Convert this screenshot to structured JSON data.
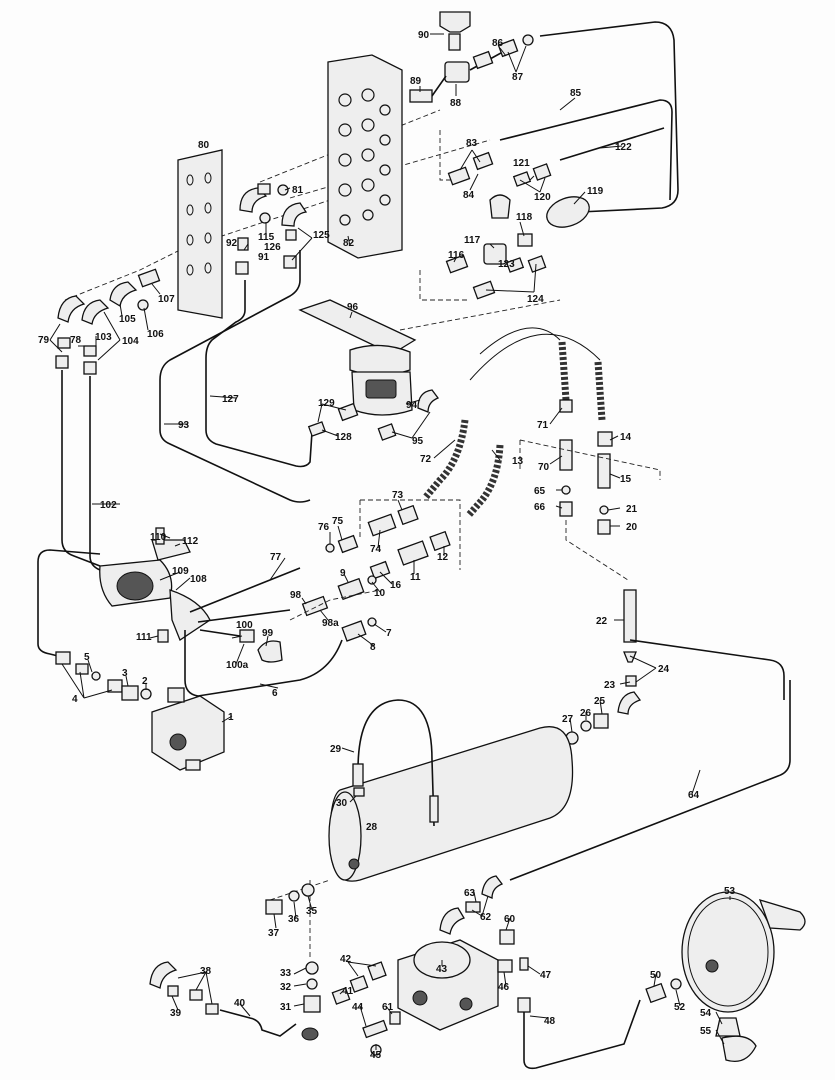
{
  "diagram": {
    "callouts": [
      {
        "id": "c90",
        "text": "90"
      },
      {
        "id": "c86",
        "text": "86"
      },
      {
        "id": "c87",
        "text": "87"
      },
      {
        "id": "c89",
        "text": "89"
      },
      {
        "id": "c88",
        "text": "88"
      },
      {
        "id": "c85",
        "text": "85"
      },
      {
        "id": "c83",
        "text": "83"
      },
      {
        "id": "c122",
        "text": "122"
      },
      {
        "id": "c84",
        "text": "84"
      },
      {
        "id": "c121",
        "text": "121"
      },
      {
        "id": "c120",
        "text": "120"
      },
      {
        "id": "c119",
        "text": "119"
      },
      {
        "id": "c80",
        "text": "80"
      },
      {
        "id": "c81",
        "text": "81"
      },
      {
        "id": "c118",
        "text": "118"
      },
      {
        "id": "c117",
        "text": "117"
      },
      {
        "id": "c92",
        "text": "92"
      },
      {
        "id": "c115",
        "text": "115"
      },
      {
        "id": "c126",
        "text": "126"
      },
      {
        "id": "c125",
        "text": "125"
      },
      {
        "id": "c91",
        "text": "91"
      },
      {
        "id": "c82",
        "text": "82"
      },
      {
        "id": "c116",
        "text": "116"
      },
      {
        "id": "c123",
        "text": "123"
      },
      {
        "id": "c124",
        "text": "124"
      },
      {
        "id": "c107",
        "text": "107"
      },
      {
        "id": "c105",
        "text": "105"
      },
      {
        "id": "c106",
        "text": "106"
      },
      {
        "id": "c79",
        "text": "79"
      },
      {
        "id": "c78",
        "text": "78"
      },
      {
        "id": "c103",
        "text": "103"
      },
      {
        "id": "c104",
        "text": "104"
      },
      {
        "id": "c96",
        "text": "96"
      },
      {
        "id": "c127",
        "text": "127"
      },
      {
        "id": "c93",
        "text": "93"
      },
      {
        "id": "c129",
        "text": "129"
      },
      {
        "id": "c128",
        "text": "128"
      },
      {
        "id": "c94",
        "text": "94"
      },
      {
        "id": "c95",
        "text": "95"
      },
      {
        "id": "c71",
        "text": "71"
      },
      {
        "id": "c14",
        "text": "14"
      },
      {
        "id": "c72",
        "text": "72"
      },
      {
        "id": "c13",
        "text": "13"
      },
      {
        "id": "c70",
        "text": "70"
      },
      {
        "id": "c15",
        "text": "15"
      },
      {
        "id": "c65",
        "text": "65"
      },
      {
        "id": "c66",
        "text": "66"
      },
      {
        "id": "c21",
        "text": "21"
      },
      {
        "id": "c20",
        "text": "20"
      },
      {
        "id": "c102",
        "text": "102"
      },
      {
        "id": "c73",
        "text": "73"
      },
      {
        "id": "c75",
        "text": "75"
      },
      {
        "id": "c76",
        "text": "76"
      },
      {
        "id": "c74",
        "text": "74"
      },
      {
        "id": "c12",
        "text": "12"
      },
      {
        "id": "c110",
        "text": "110"
      },
      {
        "id": "c112",
        "text": "112"
      },
      {
        "id": "c77",
        "text": "77"
      },
      {
        "id": "c109",
        "text": "109"
      },
      {
        "id": "c108",
        "text": "108"
      },
      {
        "id": "c9",
        "text": "9"
      },
      {
        "id": "c16",
        "text": "16"
      },
      {
        "id": "c11",
        "text": "11"
      },
      {
        "id": "c10",
        "text": "10"
      },
      {
        "id": "c98",
        "text": "98"
      },
      {
        "id": "c98a",
        "text": "98a"
      },
      {
        "id": "c7",
        "text": "7"
      },
      {
        "id": "c8",
        "text": "8"
      },
      {
        "id": "c100",
        "text": "100"
      },
      {
        "id": "c99",
        "text": "99"
      },
      {
        "id": "c111",
        "text": "111"
      },
      {
        "id": "c100a",
        "text": "100a"
      },
      {
        "id": "c22",
        "text": "22"
      },
      {
        "id": "c24",
        "text": "24"
      },
      {
        "id": "c5",
        "text": "5"
      },
      {
        "id": "c3",
        "text": "3"
      },
      {
        "id": "c2",
        "text": "2"
      },
      {
        "id": "c4",
        "text": "4"
      },
      {
        "id": "c6",
        "text": "6"
      },
      {
        "id": "c23",
        "text": "23"
      },
      {
        "id": "c25",
        "text": "25"
      },
      {
        "id": "c27",
        "text": "27"
      },
      {
        "id": "c26",
        "text": "26"
      },
      {
        "id": "c1",
        "text": "1"
      },
      {
        "id": "c29",
        "text": "29"
      },
      {
        "id": "c64",
        "text": "64"
      },
      {
        "id": "c30",
        "text": "30"
      },
      {
        "id": "c28",
        "text": "28"
      },
      {
        "id": "c63",
        "text": "63"
      },
      {
        "id": "c62",
        "text": "62"
      },
      {
        "id": "c53",
        "text": "53"
      },
      {
        "id": "c37",
        "text": "37"
      },
      {
        "id": "c36",
        "text": "36"
      },
      {
        "id": "c35",
        "text": "35"
      },
      {
        "id": "c60",
        "text": "60"
      },
      {
        "id": "c38",
        "text": "38"
      },
      {
        "id": "c33",
        "text": "33"
      },
      {
        "id": "c42",
        "text": "42"
      },
      {
        "id": "c43",
        "text": "43"
      },
      {
        "id": "c47",
        "text": "47"
      },
      {
        "id": "c32",
        "text": "32"
      },
      {
        "id": "c41",
        "text": "41"
      },
      {
        "id": "c46",
        "text": "46"
      },
      {
        "id": "c50",
        "text": "50"
      },
      {
        "id": "c39",
        "text": "39"
      },
      {
        "id": "c40",
        "text": "40"
      },
      {
        "id": "c31",
        "text": "31"
      },
      {
        "id": "c44",
        "text": "44"
      },
      {
        "id": "c61",
        "text": "61"
      },
      {
        "id": "c48",
        "text": "48"
      },
      {
        "id": "c52",
        "text": "52"
      },
      {
        "id": "c54",
        "text": "54"
      },
      {
        "id": "c55",
        "text": "55"
      },
      {
        "id": "c45",
        "text": "45"
      }
    ]
  }
}
